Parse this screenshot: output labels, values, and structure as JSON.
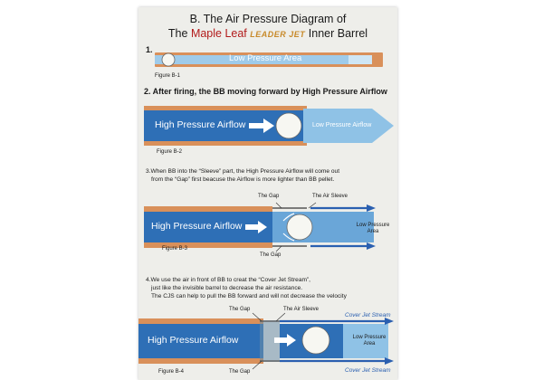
{
  "title": {
    "line1": "B. The Air Pressure Diagram of",
    "line2_prefix": "The",
    "line2_brand": "Maple Leaf",
    "line2_logo": "LEADER JET",
    "line2_suffix": "Inner Barrel"
  },
  "figure1": {
    "step": "1.",
    "area_label": "Low Pressure Area",
    "caption": "Figure B-1"
  },
  "figure2": {
    "step": "2. After firing, the BB moving forward by High Pressure Airflow",
    "high_label": "High Pressure Airflow",
    "low_label": "Low Pressure Airflow",
    "caption": "Figure B-2"
  },
  "figure3": {
    "note_line1": "3.When BB into the “Sleeve” part, the High Pressure Airflow will come out",
    "note_line2": "from the “Gap” first beacuse the Airflow is more lighter than BB pellet.",
    "gap_top": "The Gap",
    "sleeve": "The Air Sleeve",
    "high_label": "High Pressure Airflow",
    "low_label_1": "Low Pressure",
    "low_label_2": "Area",
    "gap_bottom": "The Gap",
    "caption": "Figure B-3"
  },
  "figure4": {
    "note_line1": "4.We use the air in front of BB to creat the “Cover Jet Stream”,",
    "note_line2": "just like the invisible barrel to decrease the air resistance.",
    "note_line3": "The CJS can help to pull the BB forward and will not decrease the velocity",
    "gap_top": "The Gap",
    "sleeve": "The Air Sleeve",
    "cjs_top": "Cover Jet Stream",
    "high_label": "High Pressure Airflow",
    "low_label_1": "Low Pressure",
    "low_label_2": "Area",
    "caption": "Figure B-4",
    "gap_bottom": "The Gap",
    "cjs_bottom": "Cover Jet Stream"
  },
  "colors": {
    "barrel_orange": "#d9905a",
    "flow_blue": "#2e6fb6",
    "light_blue": "#8fc2e6",
    "text": "#1a1a1a",
    "brand_red": "#b21a1a",
    "cjs_blue": "#2a5fb0"
  }
}
